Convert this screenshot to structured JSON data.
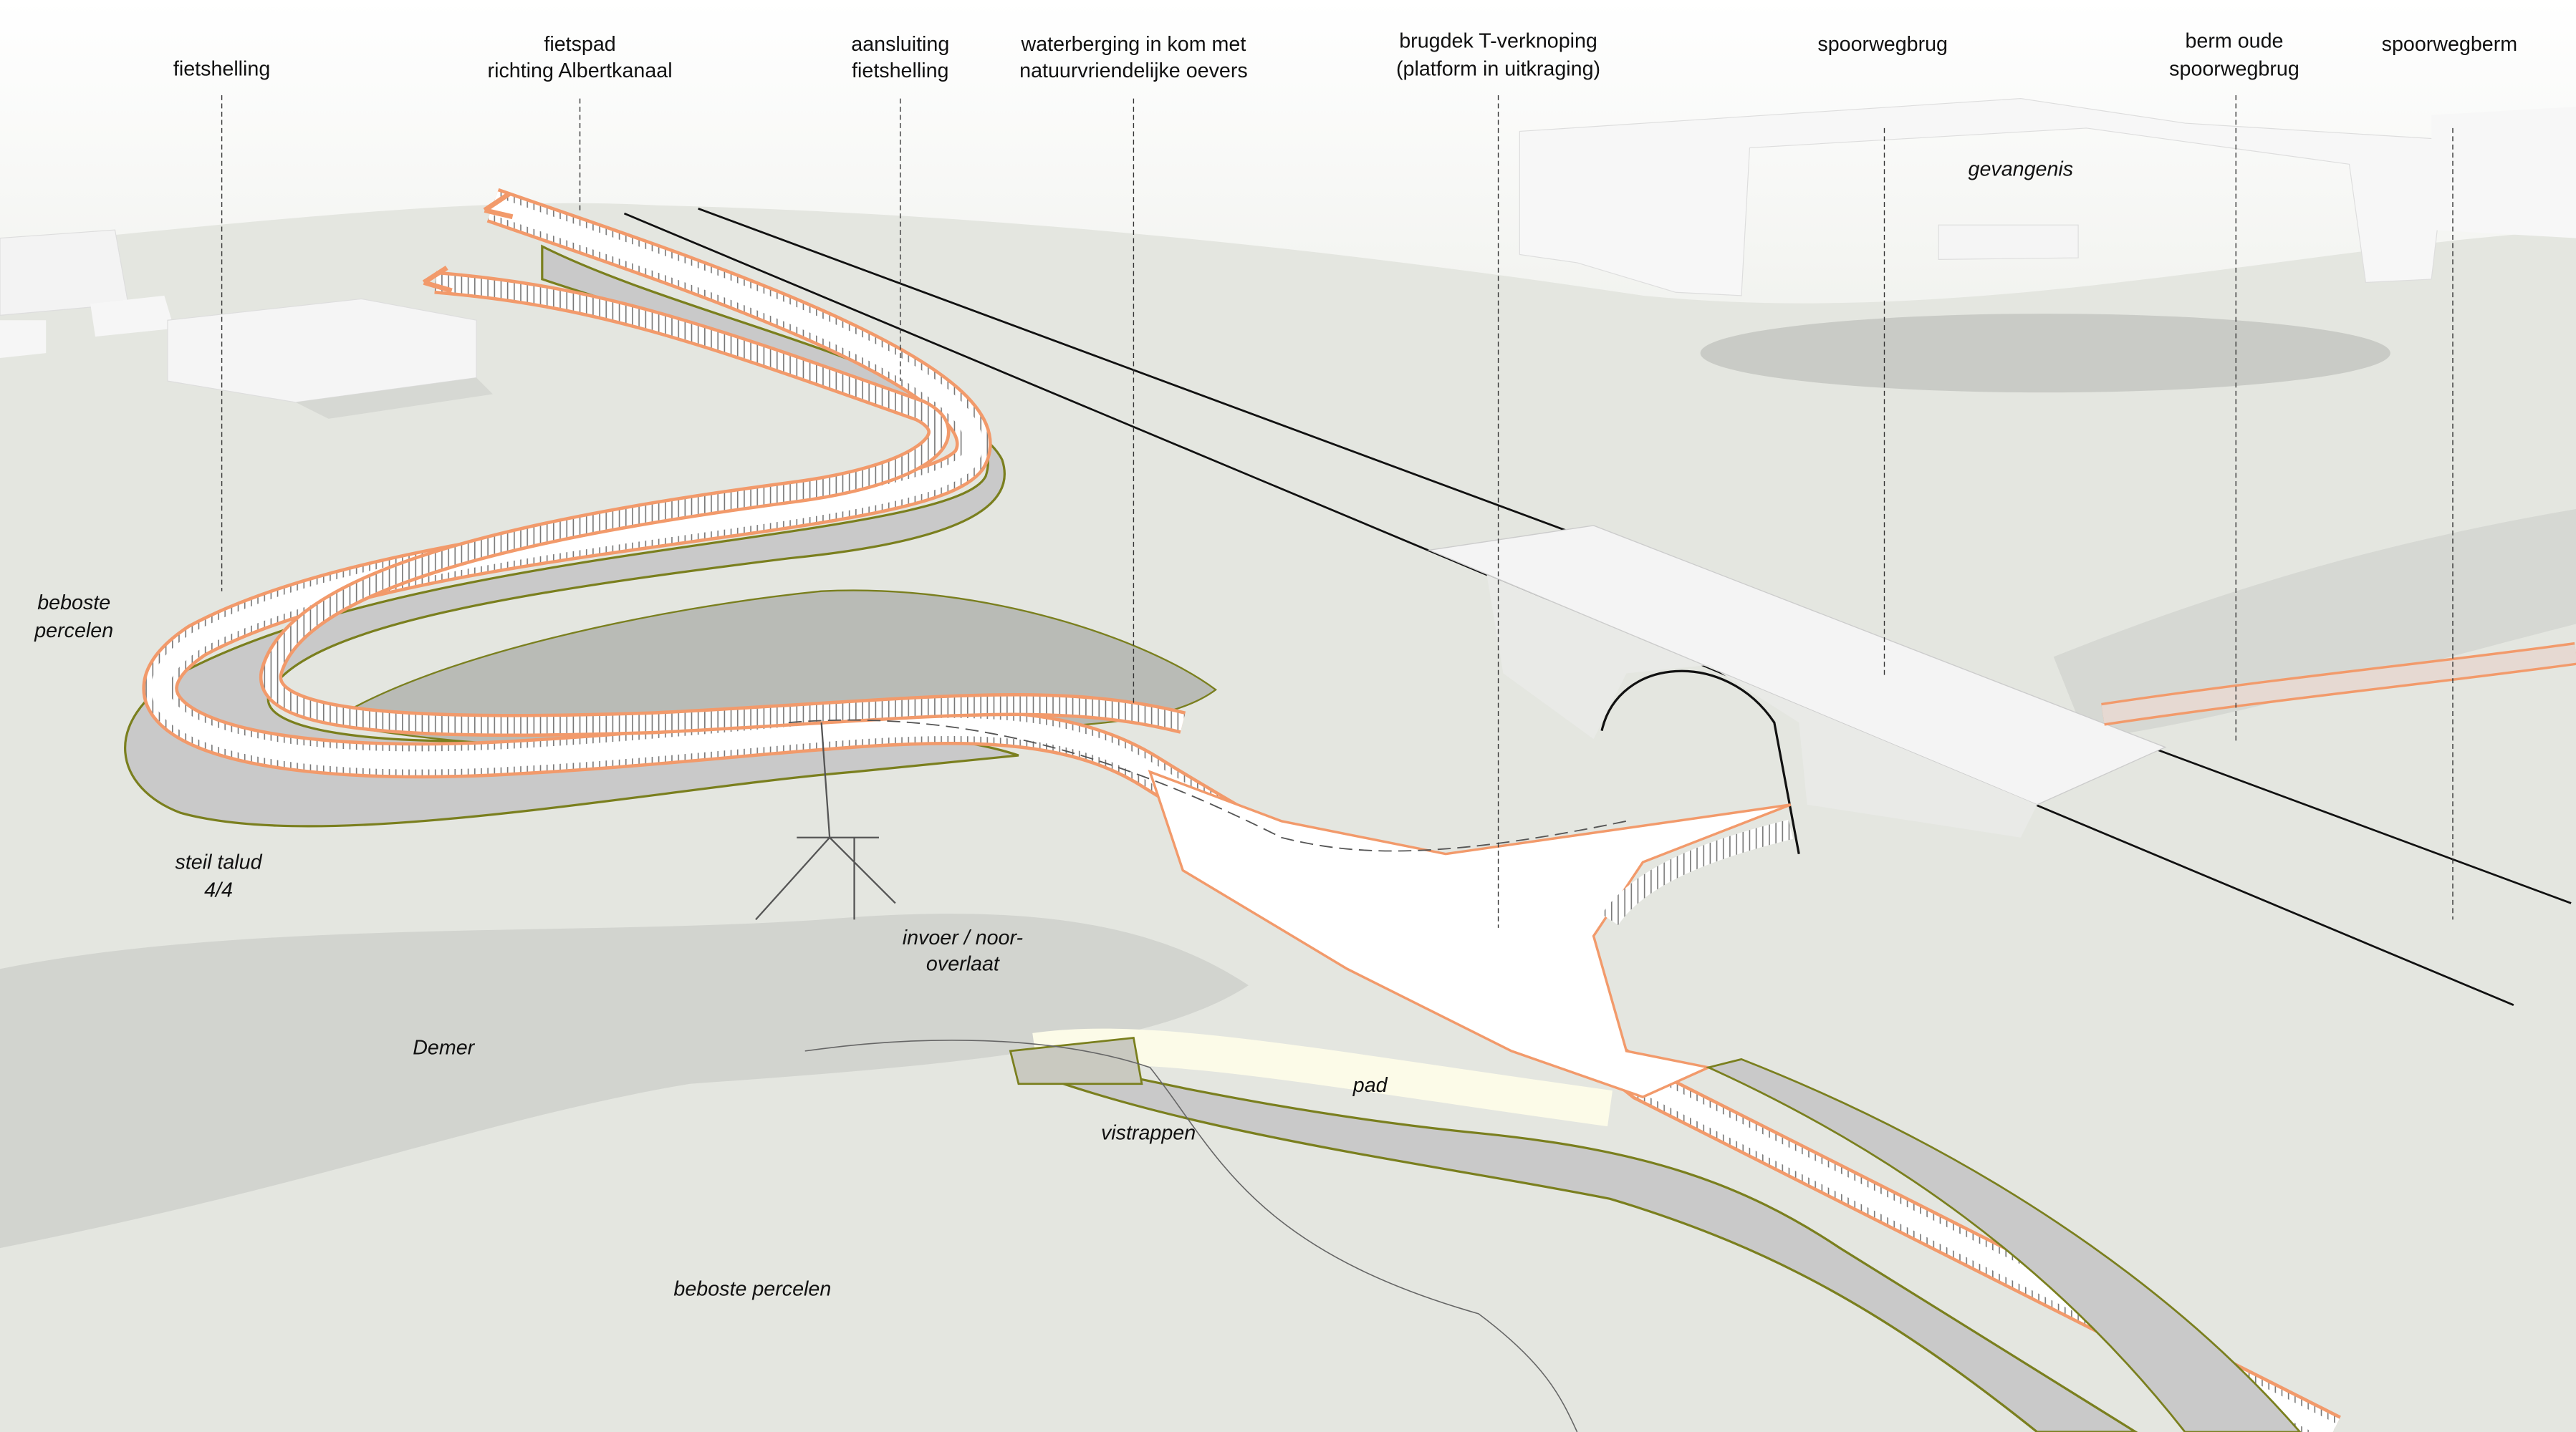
{
  "header_labels": {
    "fietshelling": "fietshelling",
    "fietspad_1": "fietspad",
    "fietspad_2": "richting Albertkanaal",
    "aansluiting_1": "aansluiting",
    "aansluiting_2": "fietshelling",
    "waterberging_1": "waterberging in kom met",
    "waterberging_2": "natuurvriendelijke oevers",
    "brugdek_1": "brugdek T-verknoping",
    "brugdek_2": "(platform in uitkraging)",
    "spoorwegbrug": "spoorwegbrug",
    "berm_1": "berm oude",
    "berm_2": "spoorwegbrug",
    "spoorwegberm": "spoorwegberm"
  },
  "scene_labels": {
    "gevangenis": "gevangenis",
    "beboste_1": "beboste",
    "beboste_2": "percelen",
    "talud_1": "steil talud",
    "talud_2": "4/4",
    "invoer_1": "invoer / noor-",
    "invoer_2": "overlaat",
    "demer": "Demer",
    "pad": "pad",
    "vistrappen": "vistrappen",
    "beboste_percelen": "beboste percelen"
  },
  "colors": {
    "path_edge": "#f29a6b",
    "embankment": "#7a7f1e",
    "terrain": "#e2e4de"
  }
}
